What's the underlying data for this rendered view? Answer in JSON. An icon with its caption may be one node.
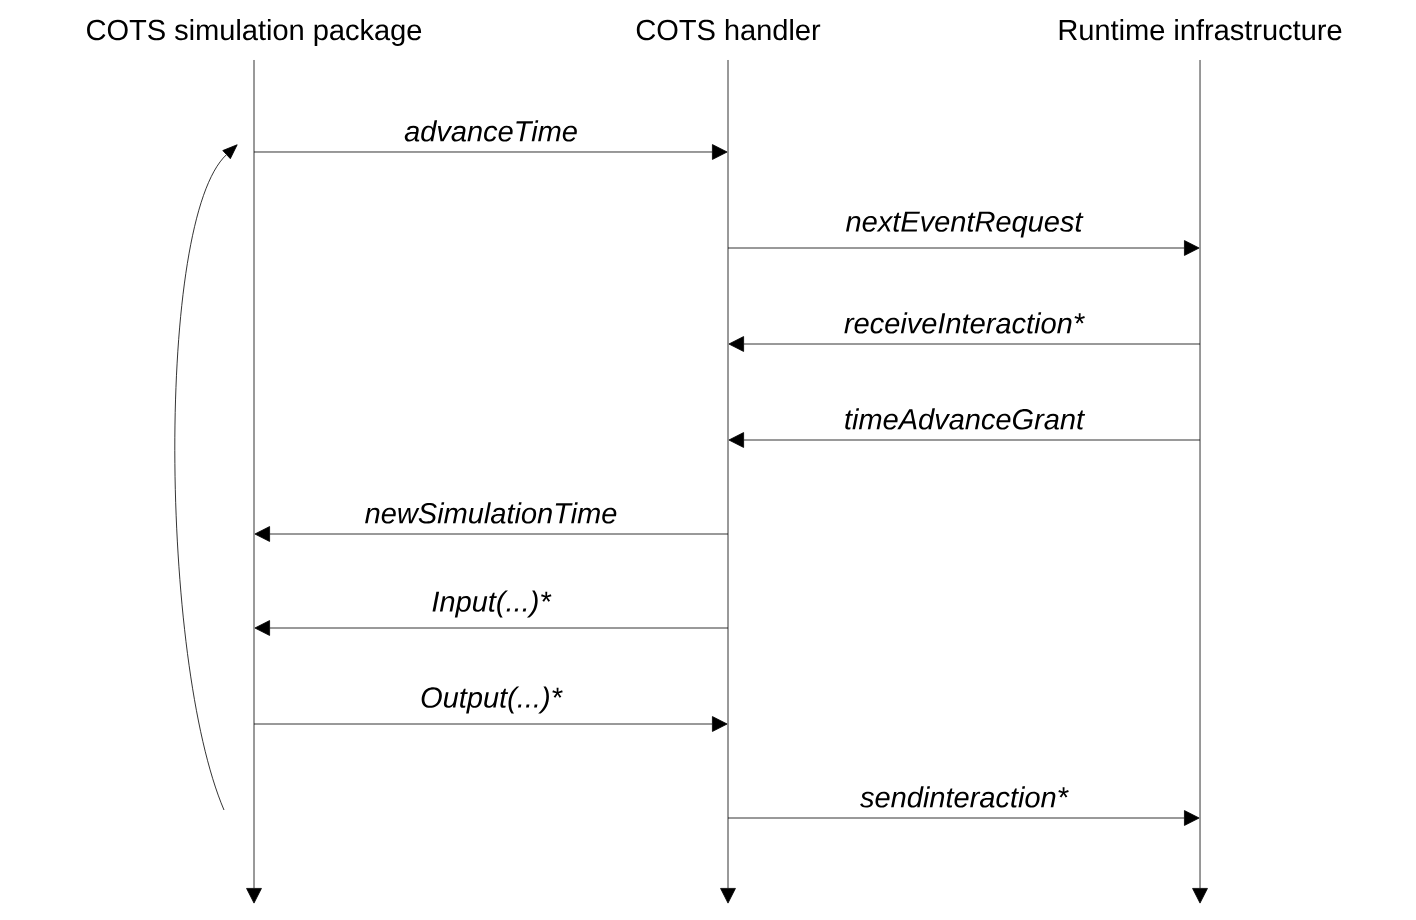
{
  "diagram": {
    "nodes": [
      {
        "text": [
          "COTS simulation package"
        ]
      },
      {
        "text": [
          "COTS handler"
        ]
      },
      {
        "text": [
          "Runtime infrastructure"
        ]
      }
    ],
    "edges": [
      {
        "from": 0,
        "to": 1,
        "arrow": "to",
        "label": "advanceTime"
      },
      {
        "from": 1,
        "to": 2,
        "arrow": "to",
        "label": "nextEventRequest"
      },
      {
        "from": 2,
        "to": 1,
        "arrow": "to",
        "label": "receiveInteraction*"
      },
      {
        "from": 2,
        "to": 1,
        "arrow": "to",
        "label": "timeAdvanceGrant"
      },
      {
        "from": 1,
        "to": 0,
        "arrow": "to",
        "label": "newSimulationTime"
      },
      {
        "from": 1,
        "to": 0,
        "arrow": "to",
        "label": "Input(...)*"
      },
      {
        "from": 0,
        "to": 1,
        "arrow": "to",
        "label": "Output(...)*"
      },
      {
        "from": 1,
        "to": 2,
        "arrow": "to",
        "label": "sendinteraction*"
      }
    ]
  }
}
